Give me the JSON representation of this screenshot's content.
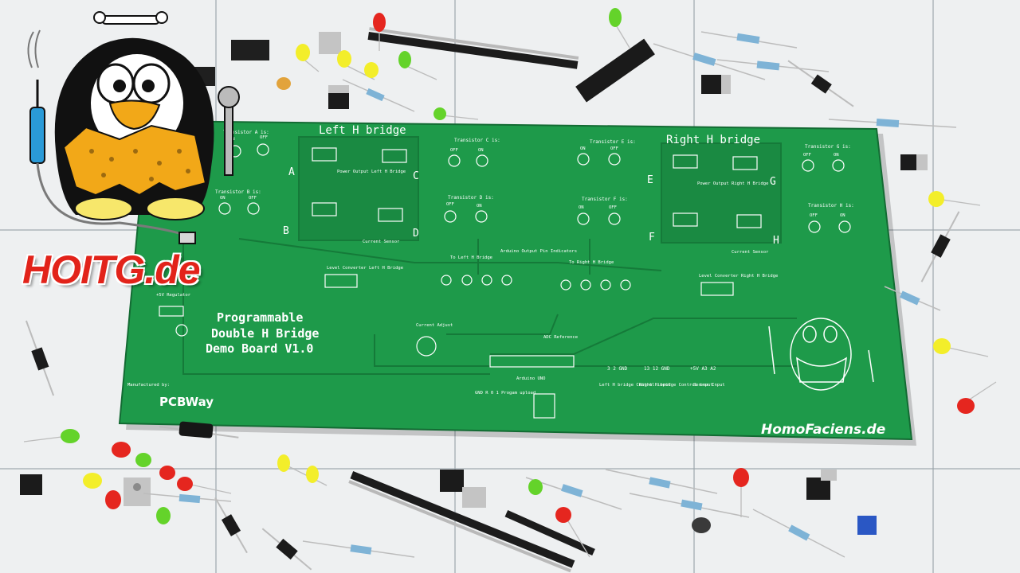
{
  "watermark": {
    "site": "HOITG.de",
    "mascot_icon": "penguin-caveman-icon"
  },
  "board": {
    "color": "#1e9a4a",
    "title_line1": "Programmable",
    "title_line2": "Double H Bridge",
    "title_line3": "Demo Board V1.0",
    "left_bridge_label": "Left H bridge",
    "right_bridge_label": "Right H bridge",
    "power_output_left": "Power Output Left H Bridge",
    "power_output_right": "Power Output Right H Bridge",
    "current_sensor": "Current Sensor",
    "level_converter_left": "Level Converter Left H Bridge",
    "level_converter_right": "Level Converter Right H Bridge",
    "to_left_h_bridge": "To Left H Bridge",
    "to_right_h_bridge": "To Right H Bridge",
    "output_pin_indicators": "Arduino Output Pin Indicators",
    "regulator": "+5V Regulator",
    "current_adjust": "Current Adjust",
    "adc_reference": "ADC Reference",
    "arduino_uno": "Arduino UNO",
    "manufactured_by": "Manufactured by:",
    "maker": "PCBWay",
    "brand": "HomoFaciens.de",
    "program_upload": "GND R 0 1 Progam upload",
    "left_control": "Left H bridge Control input",
    "right_control": "Right H bridge Control input",
    "sensor_input": "Sensor Input",
    "pins_left": "3 2 GND",
    "pins_right": "13 12 GND",
    "pins_sensor": "+5V A3 A2",
    "transistor_labels": [
      "Transistor A is:",
      "Transistor B is:",
      "Transistor C is:",
      "Transistor D is:",
      "Transistor E is:",
      "Transistor F is:",
      "Transistor G is:",
      "Transistor H is:"
    ],
    "bridge_letters": [
      "A",
      "B",
      "C",
      "D",
      "E",
      "F",
      "G",
      "H"
    ],
    "on_off": [
      "ON",
      "OFF"
    ]
  }
}
